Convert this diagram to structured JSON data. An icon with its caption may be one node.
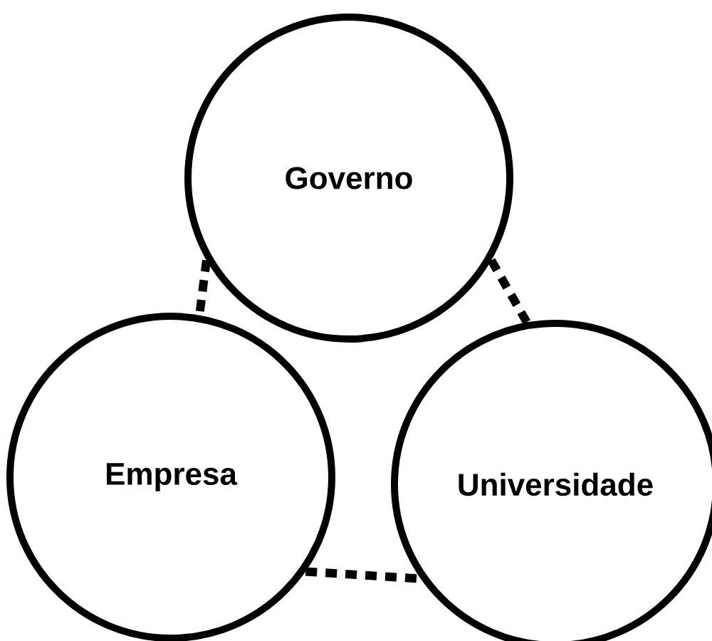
{
  "diagram": {
    "nodes": [
      {
        "text": [
          "Governo"
        ]
      },
      {
        "text": [
          "Empresa"
        ]
      },
      {
        "text": [
          "Universidade"
        ]
      }
    ],
    "edges": [
      {
        "from": 0,
        "to": 1,
        "arrow": "none",
        "style": "dashed"
      },
      {
        "from": 0,
        "to": 2,
        "arrow": "none",
        "style": "dashed"
      },
      {
        "from": 1,
        "to": 2,
        "arrow": "none",
        "style": "dashed"
      }
    ]
  }
}
